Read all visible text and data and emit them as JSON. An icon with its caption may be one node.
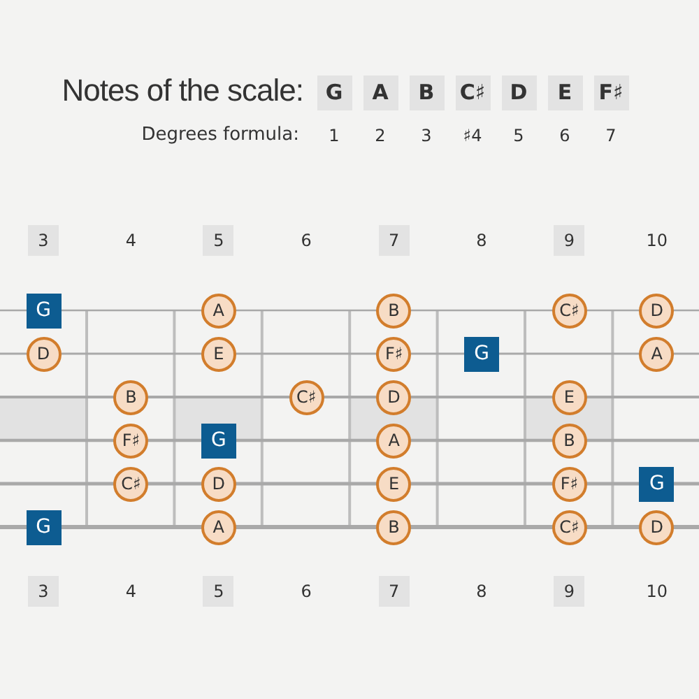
{
  "diagram": {
    "title": "Notes of the scale:",
    "nodes": [
      {
        "text": [
          "G"
        ]
      },
      {
        "text": [
          "A"
        ]
      },
      {
        "text": [
          "B"
        ]
      },
      {
        "text": [
          "C♯"
        ]
      },
      {
        "text": [
          "D"
        ]
      },
      {
        "text": [
          "E"
        ]
      },
      {
        "text": [
          "F♯"
        ]
      },
      {
        "text": [
          "3"
        ]
      },
      {
        "text": [
          "5"
        ]
      },
      {
        "text": [
          "7"
        ]
      },
      {
        "text": [
          "9"
        ]
      },
      {
        "text": [
          "G"
        ]
      },
      {
        "text": [
          "A"
        ]
      },
      {
        "text": [
          "B"
        ]
      },
      {
        "text": [
          "C♯"
        ]
      },
      {
        "text": [
          "D"
        ]
      },
      {
        "text": [
          "D"
        ]
      },
      {
        "text": [
          "E"
        ]
      },
      {
        "text": [
          "F♯"
        ]
      },
      {
        "text": [
          "G"
        ]
      },
      {
        "text": [
          "A"
        ]
      },
      {
        "text": [
          "B"
        ]
      },
      {
        "text": [
          "C♯"
        ]
      },
      {
        "text": [
          "D"
        ]
      },
      {
        "text": [
          "E"
        ]
      },
      {
        "text": [
          "F♯"
        ]
      },
      {
        "text": [
          "G"
        ]
      },
      {
        "text": [
          "A"
        ]
      },
      {
        "text": [
          "B"
        ]
      },
      {
        "text": [
          "C♯"
        ]
      },
      {
        "text": [
          "D"
        ]
      },
      {
        "text": [
          "E"
        ]
      },
      {
        "text": [
          "F♯"
        ]
      },
      {
        "text": [
          "G"
        ]
      },
      {
        "text": [
          "G"
        ]
      },
      {
        "text": [
          "A"
        ]
      },
      {
        "text": [
          "B"
        ]
      },
      {
        "text": [
          "C♯"
        ]
      },
      {
        "text": [
          "D"
        ]
      },
      {
        "text": [
          "3"
        ]
      },
      {
        "text": [
          "5"
        ]
      },
      {
        "text": [
          "7"
        ]
      },
      {
        "text": [
          "9"
        ]
      }
    ],
    "labels": [
      "Degrees formula:",
      "1",
      "2",
      "3",
      "♯4",
      "5",
      "6",
      "7",
      "4",
      "6",
      "8",
      "10",
      "4",
      "6",
      "8",
      "10"
    ]
  }
}
